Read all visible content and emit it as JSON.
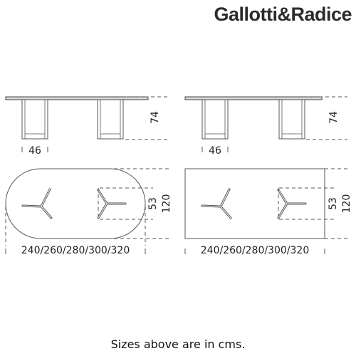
{
  "brand": {
    "name": "Gallotti&Radice"
  },
  "views": {
    "side_left": {
      "height_label": "74",
      "leg_width_label": "46"
    },
    "side_right": {
      "height_label": "74",
      "leg_width_label": "46"
    },
    "top_oval": {
      "length_label": "240/260/280/300/320",
      "base_width_label": "53",
      "depth_label": "120"
    },
    "top_rect": {
      "length_label": "240/260/280/300/320",
      "base_width_label": "53",
      "depth_label": "120"
    }
  },
  "caption": "Sizes above are in cms."
}
